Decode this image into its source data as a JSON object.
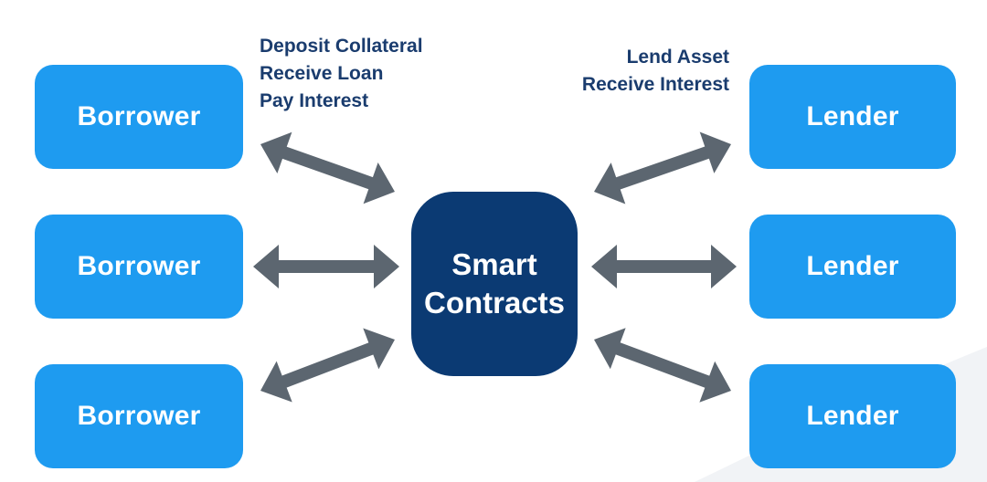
{
  "borrowers": [
    {
      "label": "Borrower"
    },
    {
      "label": "Borrower"
    },
    {
      "label": "Borrower"
    }
  ],
  "lenders": [
    {
      "label": "Lender"
    },
    {
      "label": "Lender"
    },
    {
      "label": "Lender"
    }
  ],
  "center": {
    "line1": "Smart",
    "line2": "Contracts"
  },
  "borrower_actions": [
    "Deposit Collateral",
    "Receive Loan",
    "Pay Interest"
  ],
  "lender_actions": [
    "Lend Asset",
    "Receive Interest"
  ],
  "colors": {
    "node": "#1e9bf0",
    "center": "#0b3a73",
    "arrow": "#5c6670",
    "note_text": "#1a3c6e"
  }
}
